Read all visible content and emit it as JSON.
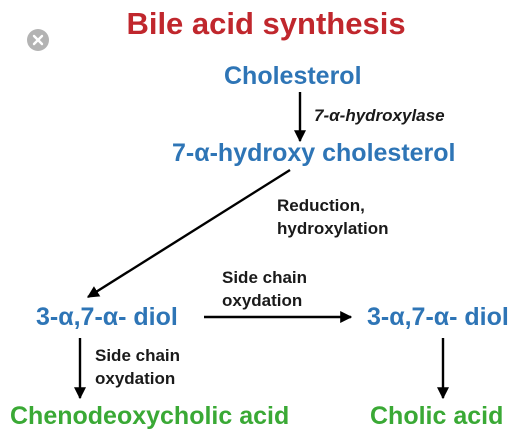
{
  "title": "Bile acid synthesis",
  "nodes": {
    "cholesterol": "Cholesterol",
    "hydroxy_cholesterol": "7-α-hydroxy cholesterol",
    "diol_left": "3-α,7-α- diol",
    "diol_right": "3-α,7-α- diol",
    "chenodeoxycholic": "Chenodeoxycholic acid",
    "cholic": "Cholic acid"
  },
  "edge_labels": {
    "enzyme": "7-α-hydroxylase",
    "reduction_line1": "Reduction,",
    "reduction_line2": "hydroxylation",
    "side_chain_top_line1": "Side chain",
    "side_chain_top_line2": "oxydation",
    "side_chain_left_line1": "Side chain",
    "side_chain_left_line2": "oxydation"
  },
  "colors": {
    "title": "#c0272d",
    "intermediate": "#2e75b6",
    "product": "#3aa935",
    "label": "#1a1a1a",
    "arrow": "#000000"
  },
  "icons": {
    "close": "close-icon"
  }
}
